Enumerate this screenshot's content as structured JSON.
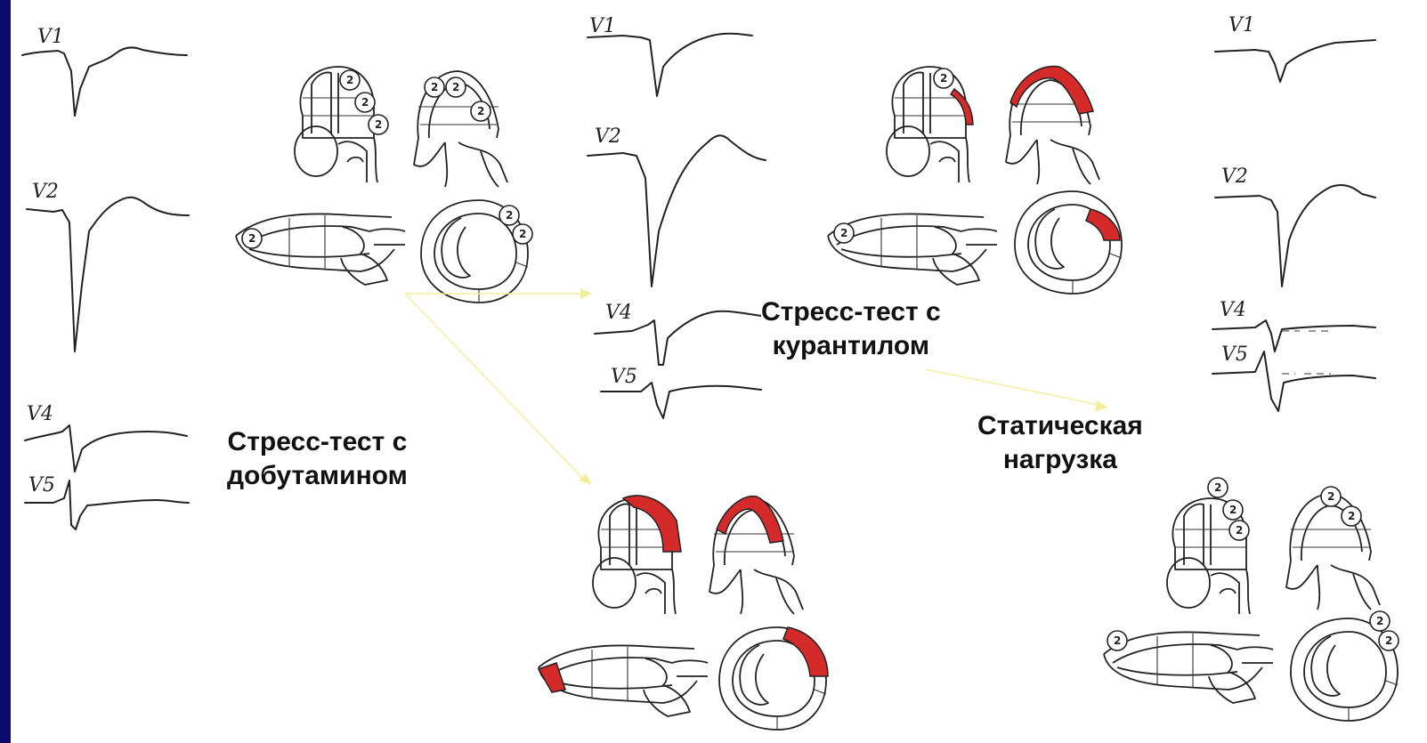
{
  "colors": {
    "left_bar": "#0a0a6e",
    "ischemia_red": "#d42a2a",
    "arrow": "#f2ef9a",
    "line": "#222222"
  },
  "labels": {
    "dobutamine": [
      "Стресс-тест с",
      "добутамином"
    ],
    "curantyl": [
      "Стресс-тест с",
      "курантилом"
    ],
    "static_load": [
      "Статическая",
      "нагрузка"
    ]
  },
  "leads": {
    "v1": "V1",
    "v2": "V2",
    "v4": "V4",
    "v5": "V5"
  },
  "wall_score": "2",
  "icons": [
    "ecg-trace",
    "heart-segment-diagram",
    "wall-motion-score-badge",
    "arrow"
  ]
}
